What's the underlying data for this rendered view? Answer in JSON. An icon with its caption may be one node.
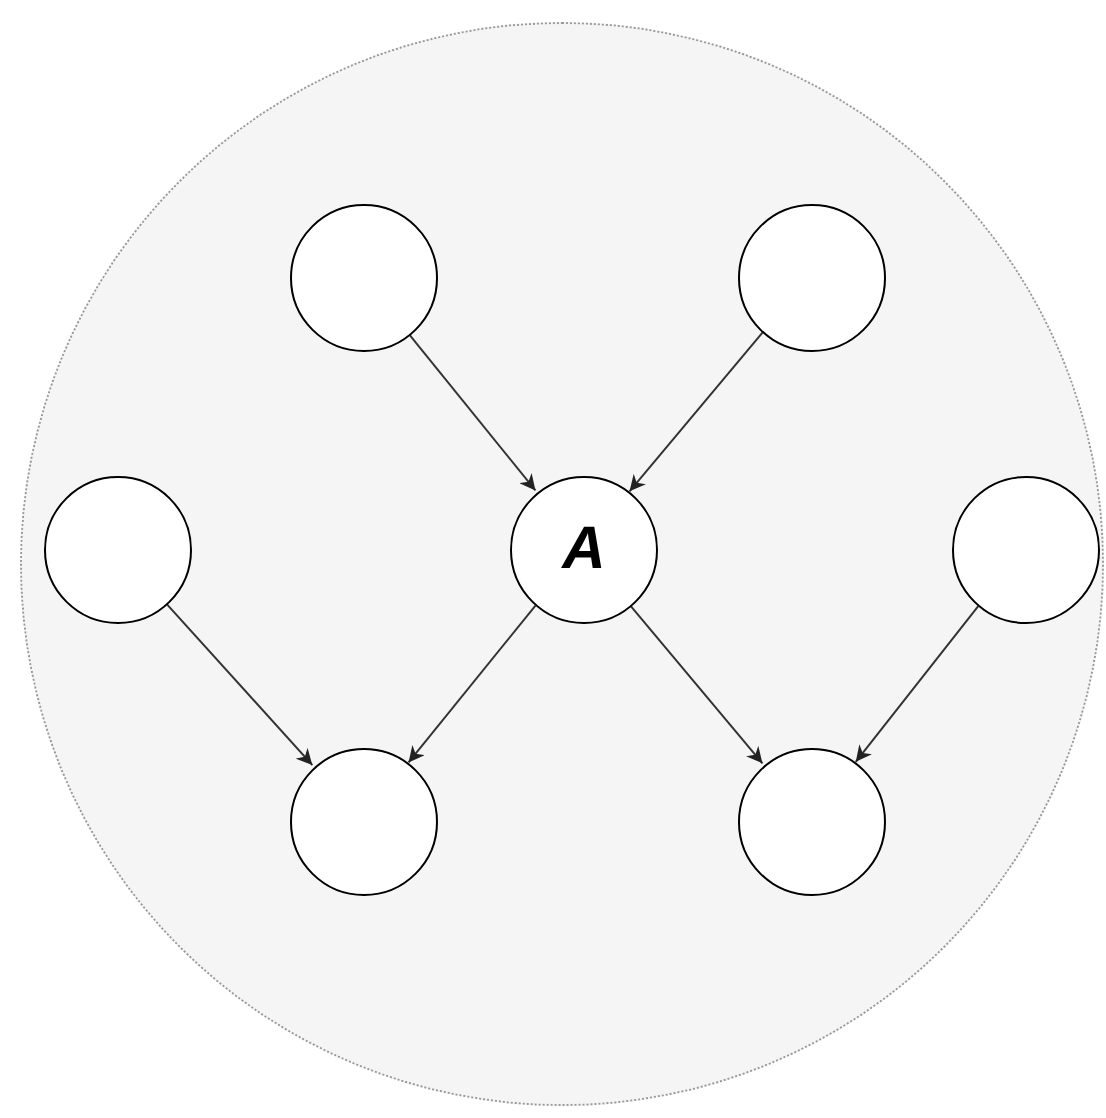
{
  "diagram": {
    "nodes": [
      {
        "text": [],
        "shape": "circle"
      },
      {
        "text": [],
        "shape": "circle",
        "in": 0
      },
      {
        "text": [],
        "shape": "circle",
        "in": 0
      },
      {
        "text": [],
        "shape": "circle",
        "in": 0
      },
      {
        "text": [
          "A"
        ],
        "in": 0
      },
      {
        "text": [],
        "shape": "circle",
        "in": 0
      },
      {
        "text": [],
        "shape": "circle",
        "in": 0
      },
      {
        "text": [],
        "shape": "circle",
        "in": 0
      }
    ],
    "edges": [
      {
        "from": 1,
        "to": 4,
        "arrow": "to"
      },
      {
        "from": 2,
        "to": 4,
        "arrow": "to"
      },
      {
        "from": 3,
        "to": 6,
        "arrow": "to"
      },
      {
        "from": 4,
        "to": 6,
        "arrow": "to"
      },
      {
        "from": 4,
        "to": 7,
        "arrow": "to"
      },
      {
        "from": 5,
        "to": 7,
        "arrow": "to"
      }
    ]
  }
}
